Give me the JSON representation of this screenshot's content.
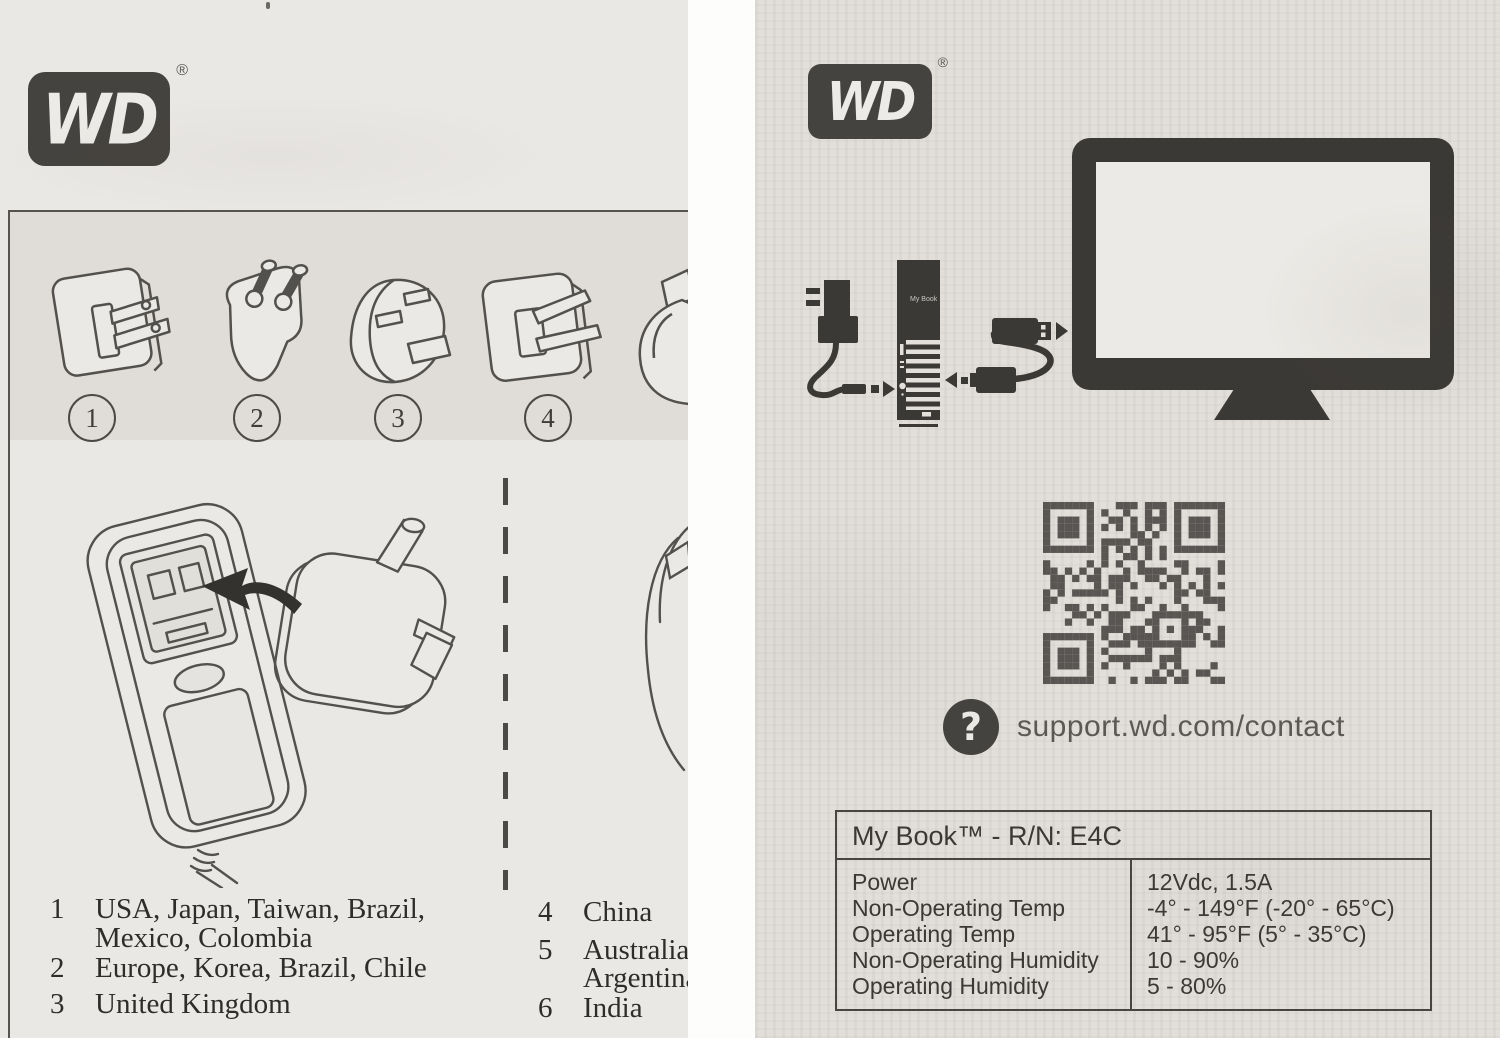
{
  "page_left": {
    "brand_logo": {
      "text": "WD",
      "registered": "®"
    },
    "plug_strip": {
      "numbers": [
        "1",
        "2",
        "3",
        "4"
      ]
    },
    "regions": {
      "col1": [
        {
          "num": "1",
          "lines": [
            "USA, Japan, Taiwan, Brazil,",
            "Mexico, Colombia"
          ]
        },
        {
          "num": "2",
          "lines": [
            "Europe, Korea, Brazil, Chile"
          ]
        },
        {
          "num": "3",
          "lines": [
            "United Kingdom"
          ]
        }
      ],
      "col2": [
        {
          "num": "4",
          "lines": [
            "China"
          ]
        },
        {
          "num": "5",
          "lines": [
            "Australia,",
            "Argentina"
          ]
        },
        {
          "num": "6",
          "lines": [
            "India"
          ]
        }
      ]
    }
  },
  "page_right": {
    "brand_logo": {
      "text": "WD",
      "registered": "®"
    },
    "diagram": {
      "drive_label": "My Book"
    },
    "support": {
      "icon_glyph": "?",
      "url": "support.wd.com/contact"
    },
    "spec_table": {
      "title": "My Book™ - R/N: E4C",
      "rows": [
        {
          "label": "Power",
          "value": "12Vdc, 1.5A"
        },
        {
          "label": "Non-Operating Temp",
          "value": "-4° - 149°F (-20° - 65°C)"
        },
        {
          "label": "Operating Temp",
          "value": "41° - 95°F (5° - 35°C)"
        },
        {
          "label": "Non-Operating Humidity",
          "value": "10 - 90%"
        },
        {
          "label": "Operating Humidity",
          "value": "5 - 80%"
        }
      ]
    }
  },
  "colors": {
    "ink": "#3b3936",
    "line": "#53514d",
    "page_left_bg": "#eae8e5",
    "page_right_bg": "#e2dfdb",
    "strip_bg": "#e0ddd9"
  }
}
